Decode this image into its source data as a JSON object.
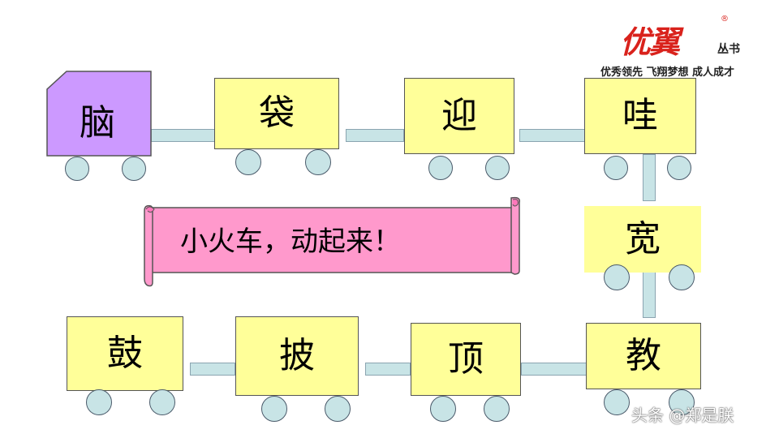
{
  "logo": {
    "brand": "优翼",
    "series": "丛书",
    "registered": "®",
    "slogan": "优秀领先 飞翔梦想 成人成才"
  },
  "banner": {
    "text": "小火车，动起来！"
  },
  "train": {
    "engine": "脑",
    "row1": [
      "袋",
      "迎",
      "哇"
    ],
    "middle": "宽",
    "row2": [
      "鼓",
      "披",
      "顶",
      "教"
    ]
  },
  "watermark": "头条 @郑是朕",
  "colors": {
    "engine": "#cc99ff",
    "car": "#ffff99",
    "wheel": "#c8e4e6",
    "banner": "#ff99cc",
    "logo": "#d9221c"
  }
}
